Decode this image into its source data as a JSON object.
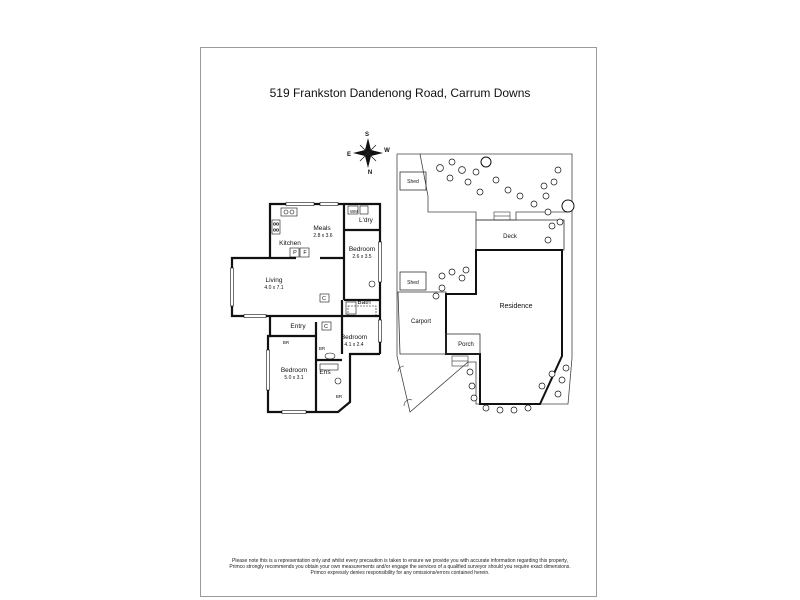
{
  "title": "519 Frankston Dandenong Road, Carrum Downs",
  "compass": {
    "n": "N",
    "s": "S",
    "e": "E",
    "w": "W"
  },
  "house": {
    "meals": "Meals",
    "meals_dim": "2.8 x 3.6",
    "kitchen": "Kitchen",
    "laundry": "L'dry",
    "wm": "WM",
    "bed1": "Bedroom",
    "bed1_dim": "2.6 x 3.5",
    "living": "Living",
    "living_dim": "4.0 x 7.1",
    "bath": "Bath",
    "entry": "Entry",
    "bed2": "Bedroom",
    "bed2_dim": "4.1 x 2.4",
    "bed3": "Bedroom",
    "bed3_dim": "5.0 x 3.1",
    "ens": "Ens",
    "p": "P",
    "f": "F",
    "c": "C",
    "br": "BR"
  },
  "site": {
    "shed_top": "Shed",
    "deck": "Deck",
    "shed_mid": "Shed",
    "residence": "Residence",
    "carport": "Carport",
    "porch": "Porch"
  },
  "disclaimer": {
    "line1": "Please note this is a representation only and whilst every precaution is taken to ensure we provide you with accurate information regarding this property,",
    "line2": "Primco strongly recommends you obtain your own measurements and/or engage the services of a qualified surveyor should you require exact dimensions.",
    "line3": "Primco expressly denies responsibility for any omissions/errors contained herein."
  }
}
